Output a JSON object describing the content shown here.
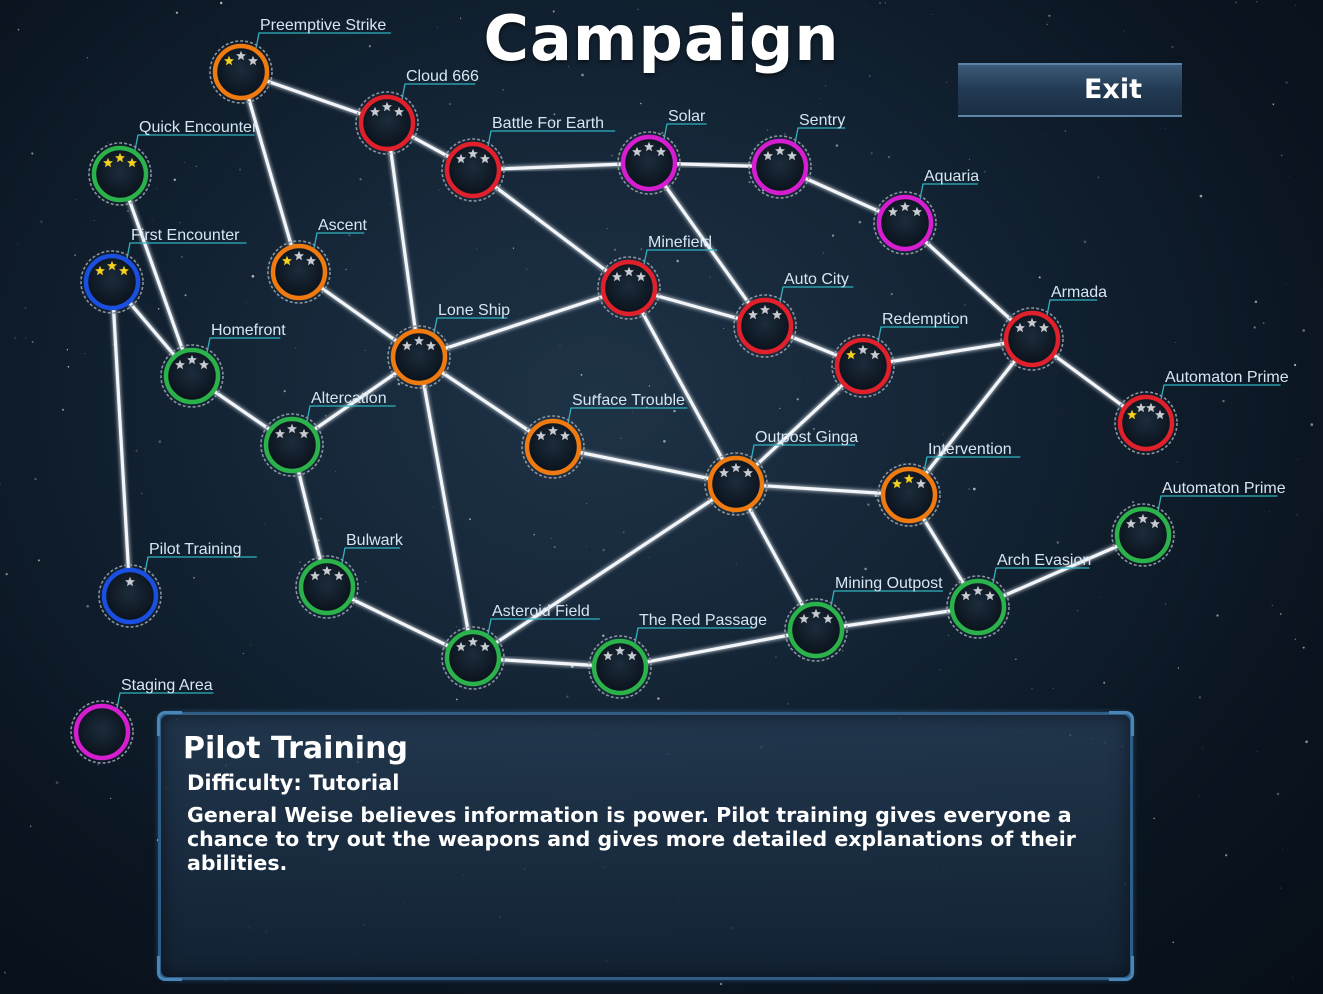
{
  "screen": {
    "title": "Campaign"
  },
  "exit": {
    "label": "Exit"
  },
  "colors": {
    "green": "#2bb24a",
    "blue": "#1a4fe0",
    "orange": "#ee7a10",
    "red": "#e0202a",
    "magenta": "#d61ed0",
    "link": "#f2f6fa",
    "star_earned": "#f5d020",
    "star_empty": "#c8ccd2",
    "label_underline": "#2fb3c0"
  },
  "nodes": [
    {
      "id": "preemptive-strike",
      "label": "Preemptive Strike",
      "color": "orange",
      "stars": 3,
      "earned": 1
    },
    {
      "id": "cloud-666",
      "label": "Cloud 666",
      "color": "red",
      "stars": 3,
      "earned": 0
    },
    {
      "id": "quick-encounter",
      "label": "Quick Encounter",
      "color": "green",
      "stars": 3,
      "earned": 3
    },
    {
      "id": "battle-for-earth",
      "label": "Battle For Earth",
      "color": "red",
      "stars": 3,
      "earned": 0
    },
    {
      "id": "solar",
      "label": "Solar",
      "color": "magenta",
      "stars": 3,
      "earned": 0
    },
    {
      "id": "sentry",
      "label": "Sentry",
      "color": "magenta",
      "stars": 3,
      "earned": 0
    },
    {
      "id": "aquaria",
      "label": "Aquaria",
      "color": "magenta",
      "stars": 3,
      "earned": 0
    },
    {
      "id": "first-encounter",
      "label": "First Encounter",
      "color": "blue",
      "stars": 3,
      "earned": 3
    },
    {
      "id": "ascent",
      "label": "Ascent",
      "color": "orange",
      "stars": 3,
      "earned": 1
    },
    {
      "id": "minefield",
      "label": "Minefield",
      "color": "red",
      "stars": 3,
      "earned": 0
    },
    {
      "id": "auto-city",
      "label": "Auto City",
      "color": "red",
      "stars": 3,
      "earned": 0
    },
    {
      "id": "armada",
      "label": "Armada",
      "color": "red",
      "stars": 3,
      "earned": 0
    },
    {
      "id": "lone-ship",
      "label": "Lone Ship",
      "color": "orange",
      "stars": 3,
      "earned": 0
    },
    {
      "id": "homefront",
      "label": "Homefront",
      "color": "green",
      "stars": 3,
      "earned": 0
    },
    {
      "id": "redemption",
      "label": "Redemption",
      "color": "red",
      "stars": 3,
      "earned": 1
    },
    {
      "id": "automaton-prime-red",
      "label": "Automaton Prime",
      "color": "red",
      "stars": 4,
      "earned": 1
    },
    {
      "id": "altercation",
      "label": "Altercation",
      "color": "green",
      "stars": 3,
      "earned": 0
    },
    {
      "id": "surface-trouble",
      "label": "Surface Trouble",
      "color": "orange",
      "stars": 3,
      "earned": 0
    },
    {
      "id": "outpost-ginga",
      "label": "Outpost Ginga",
      "color": "orange",
      "stars": 3,
      "earned": 0
    },
    {
      "id": "intervention",
      "label": "Intervention",
      "color": "orange",
      "stars": 3,
      "earned": 2
    },
    {
      "id": "automaton-prime-green",
      "label": "Automaton Prime",
      "color": "green",
      "stars": 3,
      "earned": 0
    },
    {
      "id": "pilot-training",
      "label": "Pilot Training",
      "color": "blue",
      "stars": 1,
      "earned": 0
    },
    {
      "id": "bulwark",
      "label": "Bulwark",
      "color": "green",
      "stars": 3,
      "earned": 0
    },
    {
      "id": "arch-evasion",
      "label": "Arch Evasion",
      "color": "green",
      "stars": 3,
      "earned": 0
    },
    {
      "id": "mining-outpost",
      "label": "Mining Outpost",
      "color": "green",
      "stars": 3,
      "earned": 0
    },
    {
      "id": "asteroid-field",
      "label": "Asteroid Field",
      "color": "green",
      "stars": 3,
      "earned": 0
    },
    {
      "id": "the-red-passage",
      "label": "The Red Passage",
      "color": "green",
      "stars": 3,
      "earned": 0
    },
    {
      "id": "staging-area",
      "label": "Staging Area",
      "color": "magenta",
      "stars": 0,
      "earned": 0
    }
  ],
  "links": [
    [
      "preemptive-strike",
      "cloud-666"
    ],
    [
      "preemptive-strike",
      "ascent"
    ],
    [
      "cloud-666",
      "battle-for-earth"
    ],
    [
      "cloud-666",
      "lone-ship"
    ],
    [
      "quick-encounter",
      "homefront"
    ],
    [
      "first-encounter",
      "homefront"
    ],
    [
      "first-encounter",
      "pilot-training"
    ],
    [
      "homefront",
      "altercation"
    ],
    [
      "ascent",
      "lone-ship"
    ],
    [
      "battle-for-earth",
      "solar"
    ],
    [
      "battle-for-earth",
      "minefield"
    ],
    [
      "solar",
      "sentry"
    ],
    [
      "solar",
      "auto-city"
    ],
    [
      "sentry",
      "aquaria"
    ],
    [
      "aquaria",
      "armada"
    ],
    [
      "minefield",
      "lone-ship"
    ],
    [
      "minefield",
      "auto-city"
    ],
    [
      "minefield",
      "outpost-ginga"
    ],
    [
      "auto-city",
      "redemption"
    ],
    [
      "redemption",
      "armada"
    ],
    [
      "redemption",
      "outpost-ginga"
    ],
    [
      "armada",
      "automaton-prime-red"
    ],
    [
      "armada",
      "intervention"
    ],
    [
      "lone-ship",
      "altercation"
    ],
    [
      "lone-ship",
      "surface-trouble"
    ],
    [
      "lone-ship",
      "asteroid-field"
    ],
    [
      "altercation",
      "bulwark"
    ],
    [
      "surface-trouble",
      "outpost-ginga"
    ],
    [
      "outpost-ginga",
      "intervention"
    ],
    [
      "outpost-ginga",
      "asteroid-field"
    ],
    [
      "outpost-ginga",
      "mining-outpost"
    ],
    [
      "intervention",
      "arch-evasion"
    ],
    [
      "bulwark",
      "asteroid-field"
    ],
    [
      "asteroid-field",
      "the-red-passage"
    ],
    [
      "the-red-passage",
      "mining-outpost"
    ],
    [
      "mining-outpost",
      "arch-evasion"
    ],
    [
      "arch-evasion",
      "automaton-prime-green"
    ]
  ],
  "info": {
    "title": "Pilot Training",
    "difficulty": "Difficulty: Tutorial",
    "description": "General Weise believes information is power. Pilot training gives everyone a chance to try out the weapons and gives more detailed explanations of their abilities."
  }
}
